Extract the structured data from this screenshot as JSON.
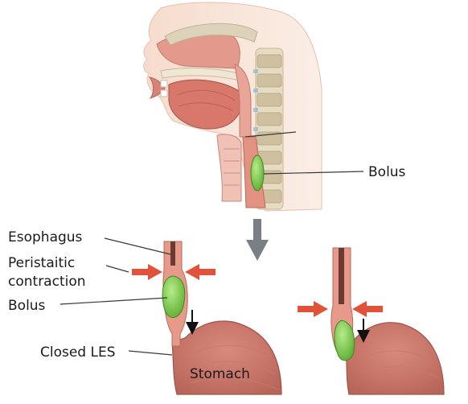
{
  "labels": {
    "bolus_top": "Bolus",
    "esophagus": "Esophagus",
    "peristaltic_line1": "Peristaitic",
    "peristaltic_line2": "contraction",
    "bolus_left": "Bolus",
    "closed_les": "Closed LES",
    "stomach": "Stomach"
  },
  "colors": {
    "tissue": "#e8a59a",
    "tissue_dark": "#c9756c",
    "lumen": "#f3cfc6",
    "bolus": "#7ec850",
    "bolus_dark": "#4f9a2e",
    "arrow_red": "#e0533a",
    "arrow_gray": "#7a7f85",
    "bone": "#d9d0b8",
    "skin": "#f2d4c4"
  }
}
